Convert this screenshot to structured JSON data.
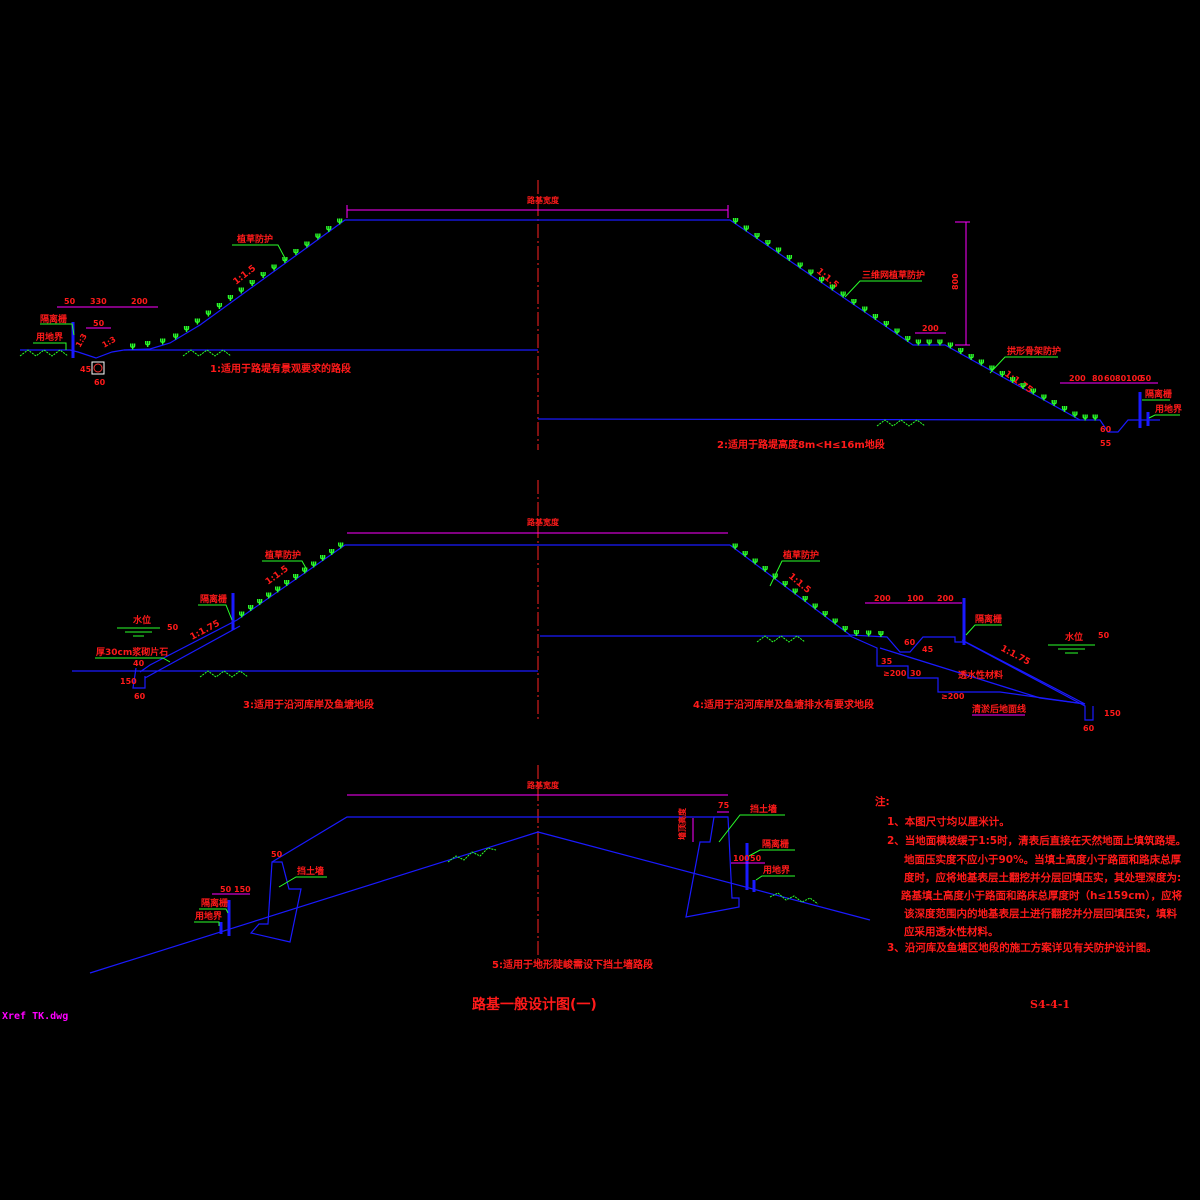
{
  "drawing": {
    "title": "路基一般设计图(一)",
    "sheet_number": "S4-4-1",
    "xref_file": "Xref TK.dwg",
    "colors": {
      "background": "#000000",
      "line": "#1a1aff",
      "dimension": "#ff00ff",
      "text": "#ff1a1a",
      "leader": "#2aff2a"
    }
  },
  "common": {
    "roadbed_width_label": "路基宽度"
  },
  "section1": {
    "caption": "1:适用于路堤有景观要求的路段",
    "labels": {
      "grass": "植草防护",
      "fence": "隔离栅",
      "boundary": "用地界"
    },
    "slopes": [
      "1:1.5",
      "1:3",
      "1:3"
    ],
    "dims": [
      "50",
      "330",
      "200",
      "50",
      "45",
      "60"
    ]
  },
  "section2": {
    "caption": "2:适用于路堤高度8m<H≤16m地段",
    "labels": {
      "grid_grass": "三维网植草防护",
      "arch": "拱形骨架防护",
      "fence": "隔离栅",
      "boundary": "用地界"
    },
    "slopes": [
      "1:1.5",
      "1:1.75"
    ],
    "dims": {
      "height": "800",
      "berm": "200",
      "right": [
        "200",
        "80",
        "60",
        "80",
        "100",
        "50"
      ],
      "ditch": [
        "60",
        "55"
      ]
    }
  },
  "section3": {
    "caption": "3:适用于沿河库岸及鱼塘地段",
    "labels": {
      "grass": "植草防护",
      "fence": "隔离栅",
      "water": "水位",
      "riprap": "厚30cm浆砌片石"
    },
    "slopes": [
      "1:1.5",
      "1:1.75"
    ],
    "dims": [
      "50",
      "40",
      "150",
      "60"
    ]
  },
  "section4": {
    "caption": "4:适用于沿河库岸及鱼塘排水有要求地段",
    "labels": {
      "grass": "植草防护",
      "fence": "隔离栅",
      "water": "水位",
      "permeable": "透水性材料",
      "cleared": "清淤后地面线"
    },
    "slopes": [
      "1:1.5",
      "1:1.75"
    ],
    "dims": [
      "200",
      "100",
      "200",
      "60",
      "45",
      "35",
      "≥200",
      "≥200",
      "30",
      "50",
      "150",
      "60"
    ]
  },
  "section5": {
    "caption": "5:适用于地形陡峻需设下挡土墙路段",
    "labels": {
      "wall_left": "挡土墙",
      "wall_right": "挡土墙",
      "fence_left": "隔离栅",
      "boundary_left": "用地界",
      "fence_right": "隔离栅",
      "boundary_right": "用地界",
      "wall_height": "墙顶高度"
    },
    "dims": [
      "50",
      "50",
      "150",
      "75",
      "100",
      "50"
    ]
  },
  "notes": {
    "heading": "注:",
    "lines": [
      "1、本图尺寸均以厘米计。",
      "2、当地面横坡缓于1:5时，清表后直接在天然地面上填筑路堤。",
      "地面压实度不应小于90%。当填土高度小于路面和路床总厚",
      "度时，应将地基表层土翻挖并分层回填压实，其处理深度为:",
      "路基填土高度小于路面和路床总厚度时（h≤159cm），应将",
      "该深度范围内的地基表层土进行翻挖并分层回填压实，填料",
      "应采用透水性材料。",
      "3、沿河库及鱼塘区地段的施工方案详见有关防护设计图。"
    ]
  }
}
